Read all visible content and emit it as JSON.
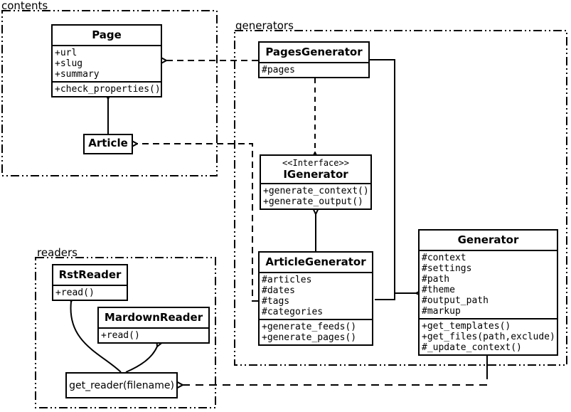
{
  "packages": {
    "contents": {
      "label": "contents"
    },
    "generators": {
      "label": "generators"
    },
    "readers": {
      "label": "readers"
    }
  },
  "classes": {
    "page": {
      "name": "Page",
      "attributes": [
        "+url",
        "+slug",
        "+summary"
      ],
      "methods": [
        "+check_properties()"
      ]
    },
    "article": {
      "name": "Article"
    },
    "pages_generator": {
      "name": "PagesGenerator",
      "attributes": [
        "#pages"
      ]
    },
    "igenerator": {
      "stereotype": "<<Interface>>",
      "name": "IGenerator",
      "methods": [
        "+generate_context()",
        "+generate_output()"
      ]
    },
    "article_generator": {
      "name": "ArticleGenerator",
      "attributes": [
        "#articles",
        "#dates",
        "#tags",
        "#categories"
      ],
      "methods": [
        "+generate_feeds()",
        "+generate_pages()"
      ]
    },
    "generator": {
      "name": "Generator",
      "attributes": [
        "#context",
        "#settings",
        "#path",
        "#theme",
        "#output_path",
        "#markup"
      ],
      "methods": [
        "+get_templates()",
        "+get_files(path,exclude)",
        "#_update_context()"
      ]
    },
    "rst_reader": {
      "name": "RstReader",
      "methods": [
        "+read()"
      ]
    },
    "mardown_reader": {
      "name": "MardownReader",
      "methods": [
        "+read()"
      ]
    }
  },
  "nodes": {
    "get_reader": {
      "label": "get_reader(filename)"
    }
  },
  "relationships": [
    {
      "from": "Article",
      "to": "Page",
      "type": "generalization"
    },
    {
      "from": "PagesGenerator",
      "to": "Page",
      "type": "dependency"
    },
    {
      "from": "PagesGenerator",
      "to": "IGenerator",
      "type": "realization"
    },
    {
      "from": "PagesGenerator",
      "to": "Generator",
      "type": "generalization"
    },
    {
      "from": "ArticleGenerator",
      "to": "IGenerator",
      "type": "generalization"
    },
    {
      "from": "ArticleGenerator",
      "to": "Generator",
      "type": "generalization"
    },
    {
      "from": "ArticleGenerator",
      "to": "Article",
      "type": "dependency"
    },
    {
      "from": "Generator",
      "to": "get_reader(filename)",
      "type": "dependency"
    },
    {
      "from": "get_reader(filename)",
      "to": "RstReader",
      "type": "call"
    },
    {
      "from": "get_reader(filename)",
      "to": "MardownReader",
      "type": "call"
    }
  ],
  "colors": {
    "line": "#000000",
    "background": "#ffffff"
  }
}
